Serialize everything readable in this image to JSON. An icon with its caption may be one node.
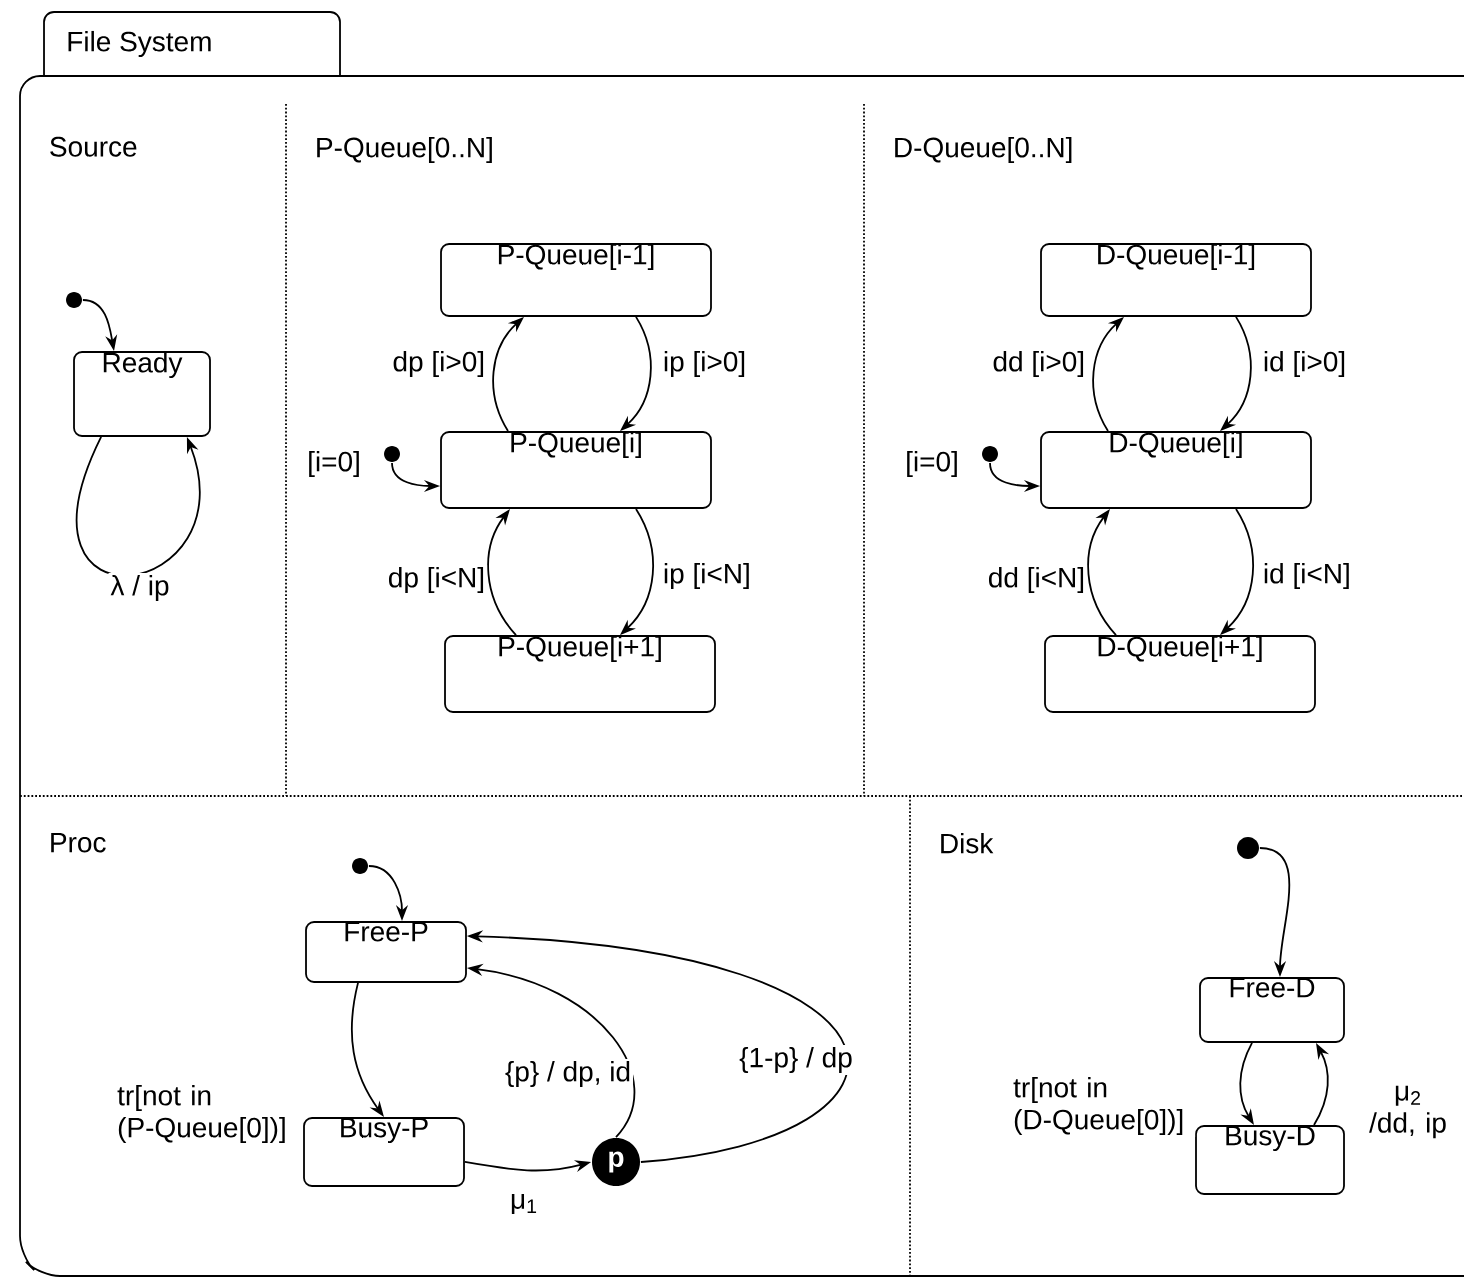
{
  "diagram": {
    "nodes": [
      {
        "text": [
          "File System"
        ]
      },
      {
        "text": [
          "Source"
        ],
        "in": 0
      },
      {
        "text": [
          "P-Queue[0..N]"
        ],
        "in": 0
      },
      {
        "text": [
          "D-Queue[0..N]"
        ],
        "in": 0
      },
      {
        "text": [
          "Proc"
        ],
        "in": 0
      },
      {
        "text": [
          "Disk"
        ],
        "in": 0
      },
      {
        "text": [],
        "shape": "circle",
        "in": 1
      },
      {
        "text": [
          "Ready"
        ],
        "in": 1
      },
      {
        "text": [
          "P-Queue[i-1]"
        ],
        "in": 2
      },
      {
        "text": [
          "P-Queue[i]"
        ],
        "in": 2
      },
      {
        "text": [
          "P-Queue[i+1]"
        ],
        "in": 2
      },
      {
        "text": [],
        "shape": "circle",
        "in": 2
      },
      {
        "text": [
          "D-Queue[i-1]"
        ],
        "in": 3
      },
      {
        "text": [
          "D-Queue[i]"
        ],
        "in": 3
      },
      {
        "text": [
          "D-Queue[i+1]"
        ],
        "in": 3
      },
      {
        "text": [],
        "shape": "circle",
        "in": 3
      },
      {
        "text": [],
        "shape": "circle",
        "in": 4
      },
      {
        "text": [
          "Free-P"
        ],
        "in": 4
      },
      {
        "text": [
          "Busy-P"
        ],
        "in": 4
      },
      {
        "text": [
          "p"
        ],
        "in": 4
      },
      {
        "text": [],
        "shape": "circle",
        "in": 5
      },
      {
        "text": [
          "Free-D"
        ],
        "in": 5
      },
      {
        "text": [
          "Busy-D"
        ],
        "in": 5
      }
    ],
    "edges": [
      {
        "from": 6,
        "to": 7,
        "arrow": "to"
      },
      {
        "from": 7,
        "to": 7,
        "arrow": "to",
        "label": "λ / ip"
      },
      {
        "from": 9,
        "to": 8,
        "arrow": "to",
        "label": "dp [i>0]"
      },
      {
        "from": 8,
        "to": 9,
        "arrow": "to",
        "label": "ip [i>0]"
      },
      {
        "from": 11,
        "to": 9,
        "arrow": "to",
        "label": "[i=0]"
      },
      {
        "from": 10,
        "to": 9,
        "arrow": "to",
        "label": "dp [i<N]"
      },
      {
        "from": 9,
        "to": 10,
        "arrow": "to",
        "label": "ip [i<N]"
      },
      {
        "from": 15,
        "to": 13,
        "arrow": "to",
        "label": "[i=0]"
      },
      {
        "from": 13,
        "to": 12,
        "arrow": "to",
        "label": "dd [i>0]"
      },
      {
        "from": 12,
        "to": 13,
        "arrow": "to",
        "label": "id [i>0]"
      },
      {
        "from": 14,
        "to": 13,
        "arrow": "to",
        "label": "dd [i<N]"
      },
      {
        "from": 13,
        "to": 14,
        "arrow": "to",
        "label": "id [i<N]"
      },
      {
        "from": 16,
        "to": 17,
        "arrow": "to"
      },
      {
        "from": 17,
        "to": 18,
        "arrow": "to",
        "label": "tr[not in (P-Queue[0])]"
      },
      {
        "from": 18,
        "to": 19,
        "arrow": "to",
        "label": "μ$_{1}$"
      },
      {
        "from": 19,
        "to": 17,
        "arrow": "to",
        "label": "{p} / dp, id"
      },
      {
        "from": 19,
        "to": 17,
        "arrow": "to",
        "label": "{1-p} / dp"
      },
      {
        "from": 20,
        "to": 21,
        "arrow": "to"
      },
      {
        "from": 21,
        "to": 22,
        "arrow": "to",
        "label": "tr[not in (D-Queue[0])]"
      },
      {
        "from": 22,
        "to": 21,
        "arrow": "to",
        "label": "μ$_{2}$ /dd, ip"
      }
    ]
  }
}
